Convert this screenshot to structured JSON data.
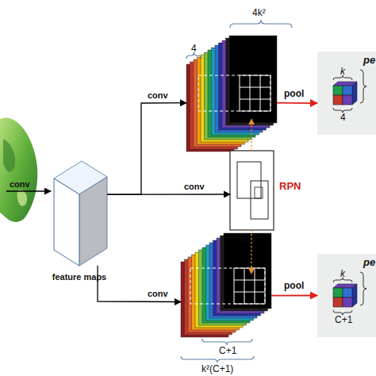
{
  "diagram": {
    "nodes": [
      {
        "text": [
          "feature maps"
        ]
      },
      {
        "text": [
          "4k²",
          "4"
        ]
      },
      {
        "text": [
          "RPN",
          "Rois"
        ]
      },
      {
        "text": [
          "C+1",
          "k²(C+1)"
        ]
      },
      {
        "text": [
          "k",
          "pe",
          "4"
        ]
      },
      {
        "text": [
          "k",
          "pe",
          "C+1"
        ]
      }
    ],
    "edges": [
      {
        "from": 0,
        "to": 1,
        "label": "conv",
        "arrow": "to"
      },
      {
        "from": 0,
        "to": 2,
        "label": "conv",
        "arrow": "to"
      },
      {
        "from": 0,
        "to": 3,
        "label": "conv",
        "arrow": "to"
      },
      {
        "from": 2,
        "to": 1,
        "arrow": "to"
      },
      {
        "from": 2,
        "to": 3,
        "arrow": "to"
      },
      {
        "from": 1,
        "to": 4,
        "label": "pool",
        "arrow": "to"
      },
      {
        "from": 3,
        "to": 5,
        "label": "pool",
        "arrow": "to"
      }
    ],
    "labels": [
      "conv"
    ]
  }
}
